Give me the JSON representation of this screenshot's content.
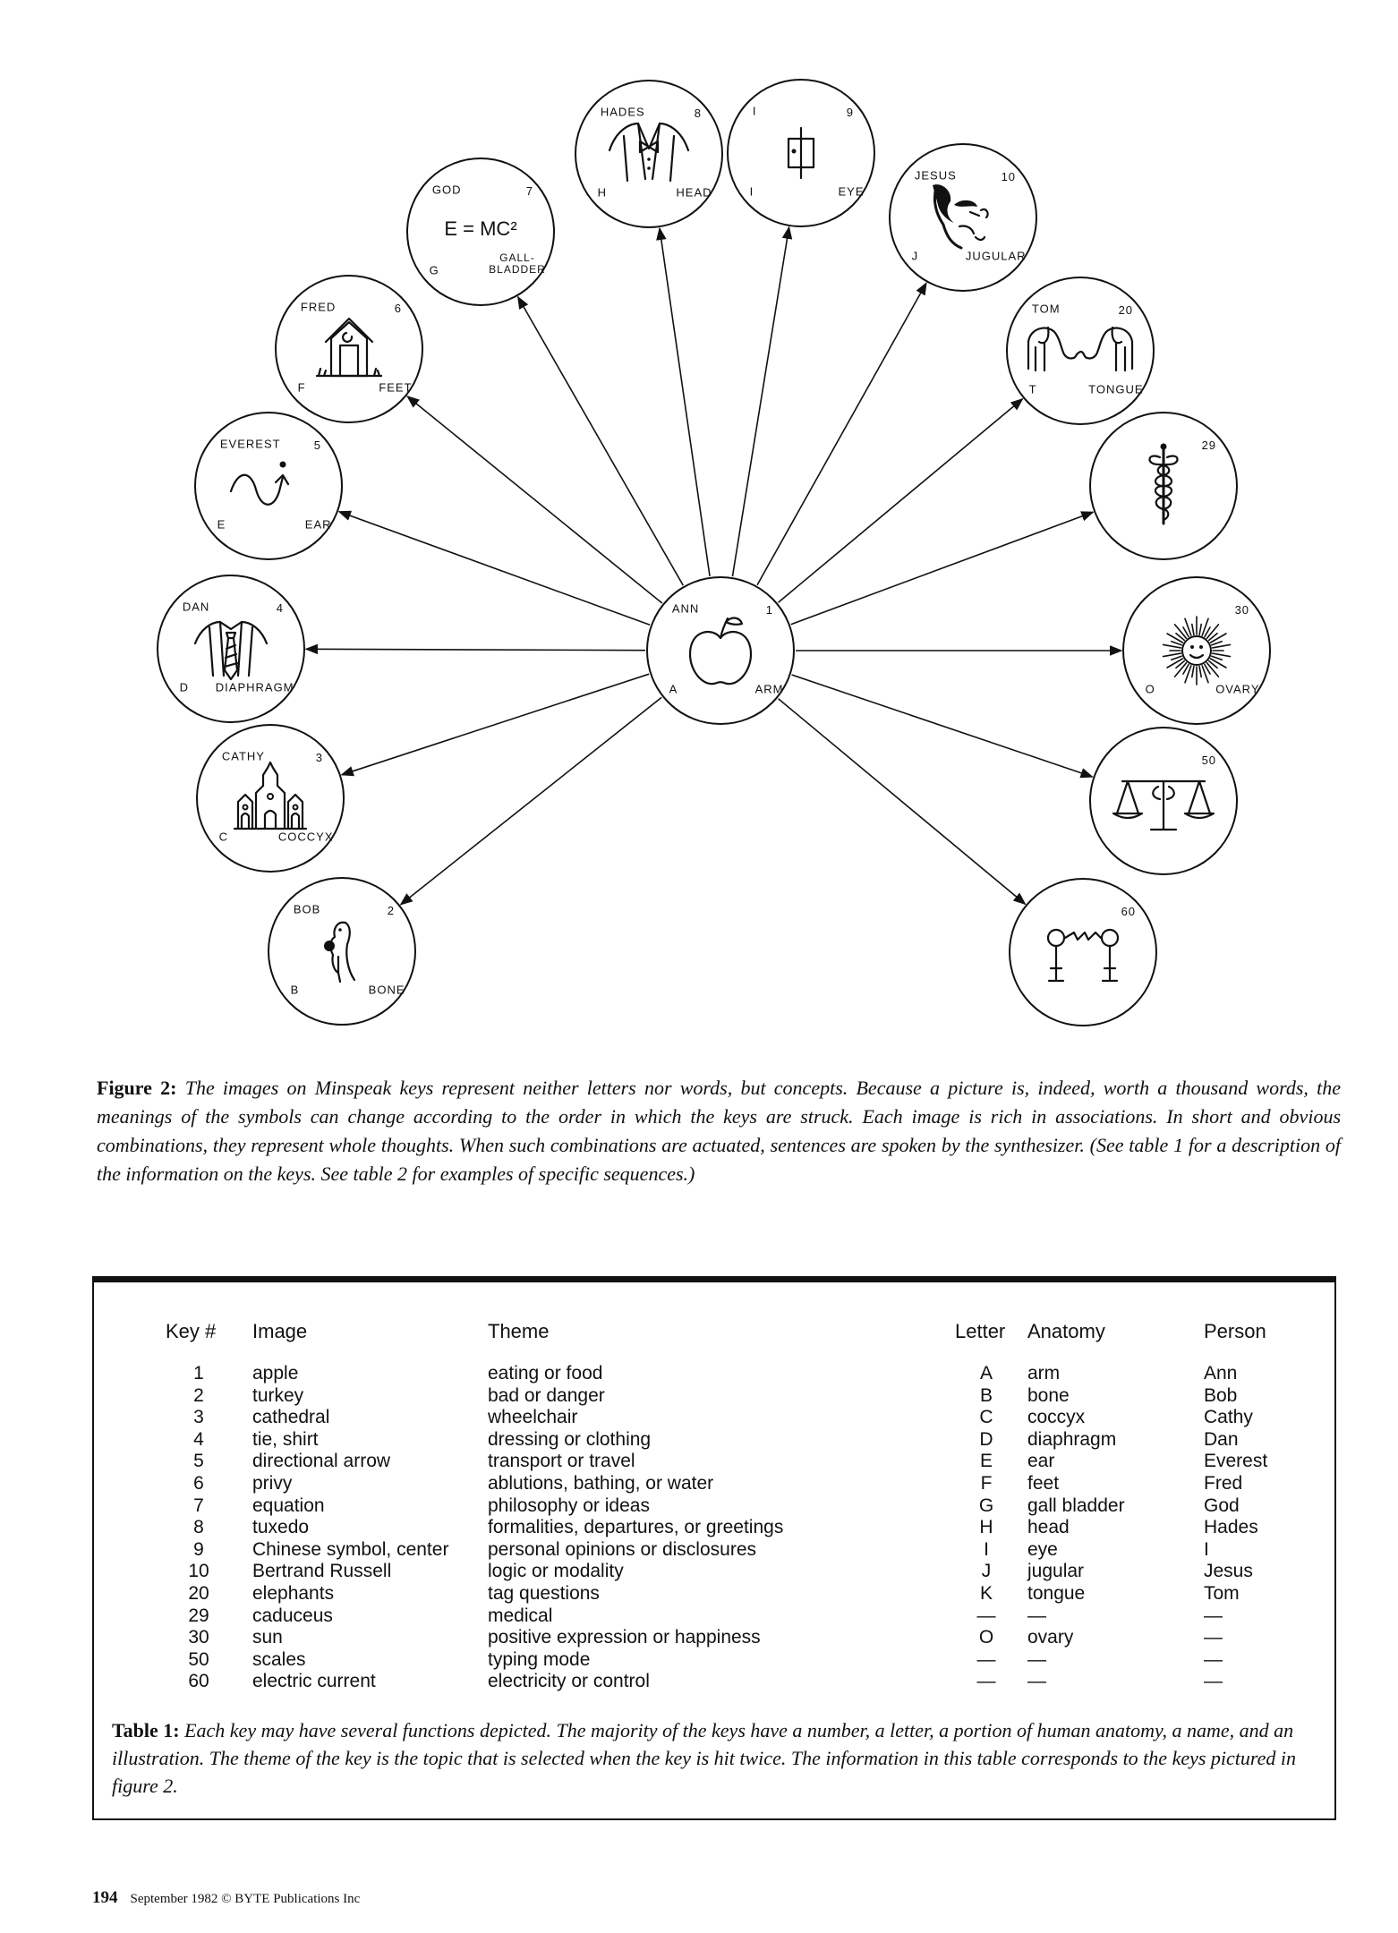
{
  "keys": [
    {
      "id": "apple",
      "num": "1",
      "person": "ANN",
      "letter": "A",
      "anatomy": "ARM"
    },
    {
      "id": "turkey",
      "num": "2",
      "person": "BOB",
      "letter": "B",
      "anatomy": "BONE"
    },
    {
      "id": "cathedral",
      "num": "3",
      "person": "CATHY",
      "letter": "C",
      "anatomy": "COCCYX"
    },
    {
      "id": "tie",
      "num": "4",
      "person": "DAN",
      "letter": "D",
      "anatomy": "DIAPHRAGM"
    },
    {
      "id": "arrow",
      "num": "5",
      "person": "EVEREST",
      "letter": "E",
      "anatomy": "EAR"
    },
    {
      "id": "privy",
      "num": "6",
      "person": "FRED",
      "letter": "F",
      "anatomy": "FEET"
    },
    {
      "id": "equation",
      "num": "7",
      "person": "GOD",
      "letter": "G",
      "anatomy": "GALL-",
      "anatomy2": "BLADDER",
      "center_text": "E = MC²"
    },
    {
      "id": "tuxedo",
      "num": "8",
      "person": "HADES",
      "letter": "H",
      "anatomy": "HEAD"
    },
    {
      "id": "chinese",
      "num": "9",
      "person": "I",
      "letter": "I",
      "anatomy": "EYE"
    },
    {
      "id": "russell",
      "num": "10",
      "person": "JESUS",
      "letter": "J",
      "anatomy": "JUGULAR"
    },
    {
      "id": "elephants",
      "num": "20",
      "person": "TOM",
      "letter": "T",
      "anatomy": "TONGUE"
    },
    {
      "id": "caduceus",
      "num": "29"
    },
    {
      "id": "sun",
      "num": "30",
      "letter": "O",
      "anatomy": "OVARY"
    },
    {
      "id": "scales",
      "num": "50"
    },
    {
      "id": "current",
      "num": "60"
    }
  ],
  "figure_caption": {
    "label": "Figure 2:",
    "text": "The images on Minspeak keys represent neither letters nor words, but concepts. Because a picture is, indeed, worth a thousand words, the meanings of the symbols can change according to the order in which the keys are struck. Each image is rich in associations. In short and obvious combinations, they represent whole thoughts. When such combinations are actuated, sentences are spoken by the synthesizer. (See table 1 for a description of the information on the keys. See table 2 for examples of specific sequences.)"
  },
  "table": {
    "headers": {
      "key": "Key #",
      "image": "Image",
      "theme": "Theme",
      "letter": "Letter",
      "anatomy": "Anatomy",
      "person": "Person"
    },
    "rows": [
      {
        "key": "1",
        "image": "apple",
        "theme": "eating or food",
        "letter": "A",
        "anatomy": "arm",
        "person": "Ann"
      },
      {
        "key": "2",
        "image": "turkey",
        "theme": "bad or danger",
        "letter": "B",
        "anatomy": "bone",
        "person": "Bob"
      },
      {
        "key": "3",
        "image": "cathedral",
        "theme": "wheelchair",
        "letter": "C",
        "anatomy": "coccyx",
        "person": "Cathy"
      },
      {
        "key": "4",
        "image": "tie, shirt",
        "theme": "dressing or clothing",
        "letter": "D",
        "anatomy": "diaphragm",
        "person": "Dan"
      },
      {
        "key": "5",
        "image": "directional arrow",
        "theme": "transport or travel",
        "letter": "E",
        "anatomy": "ear",
        "person": "Everest"
      },
      {
        "key": "6",
        "image": "privy",
        "theme": "ablutions, bathing, or water",
        "letter": "F",
        "anatomy": "feet",
        "person": "Fred"
      },
      {
        "key": "7",
        "image": "equation",
        "theme": "philosophy or ideas",
        "letter": "G",
        "anatomy": "gall bladder",
        "person": "God"
      },
      {
        "key": "8",
        "image": "tuxedo",
        "theme": "formalities, departures, or greetings",
        "letter": "H",
        "anatomy": "head",
        "person": "Hades"
      },
      {
        "key": "9",
        "image": "Chinese symbol, center",
        "theme": "personal opinions or disclosures",
        "letter": "I",
        "anatomy": "eye",
        "person": "I"
      },
      {
        "key": "10",
        "image": "Bertrand Russell",
        "theme": "logic or modality",
        "letter": "J",
        "anatomy": "jugular",
        "person": "Jesus"
      },
      {
        "key": "20",
        "image": "elephants",
        "theme": "tag questions",
        "letter": "K",
        "anatomy": "tongue",
        "person": "Tom"
      },
      {
        "key": "29",
        "image": "caduceus",
        "theme": "medical",
        "letter": "—",
        "anatomy": "—",
        "person": "—"
      },
      {
        "key": "30",
        "image": "sun",
        "theme": "positive expression or happiness",
        "letter": "O",
        "anatomy": "ovary",
        "person": "—"
      },
      {
        "key": "50",
        "image": "scales",
        "theme": "typing mode",
        "letter": "—",
        "anatomy": "—",
        "person": "—"
      },
      {
        "key": "60",
        "image": "electric current",
        "theme": "electricity or control",
        "letter": "—",
        "anatomy": "—",
        "person": "—"
      }
    ]
  },
  "table_caption": {
    "label": "Table 1:",
    "text": "Each key may have several functions depicted. The majority of the keys have a number, a letter, a portion of human anatomy, a name, and an illustration. The theme of the key is the topic that is selected when the key is hit twice. The information in this table corresponds to the keys pictured in figure 2."
  },
  "footer": {
    "page": "194",
    "text": "September 1982 © BYTE Publications Inc"
  }
}
